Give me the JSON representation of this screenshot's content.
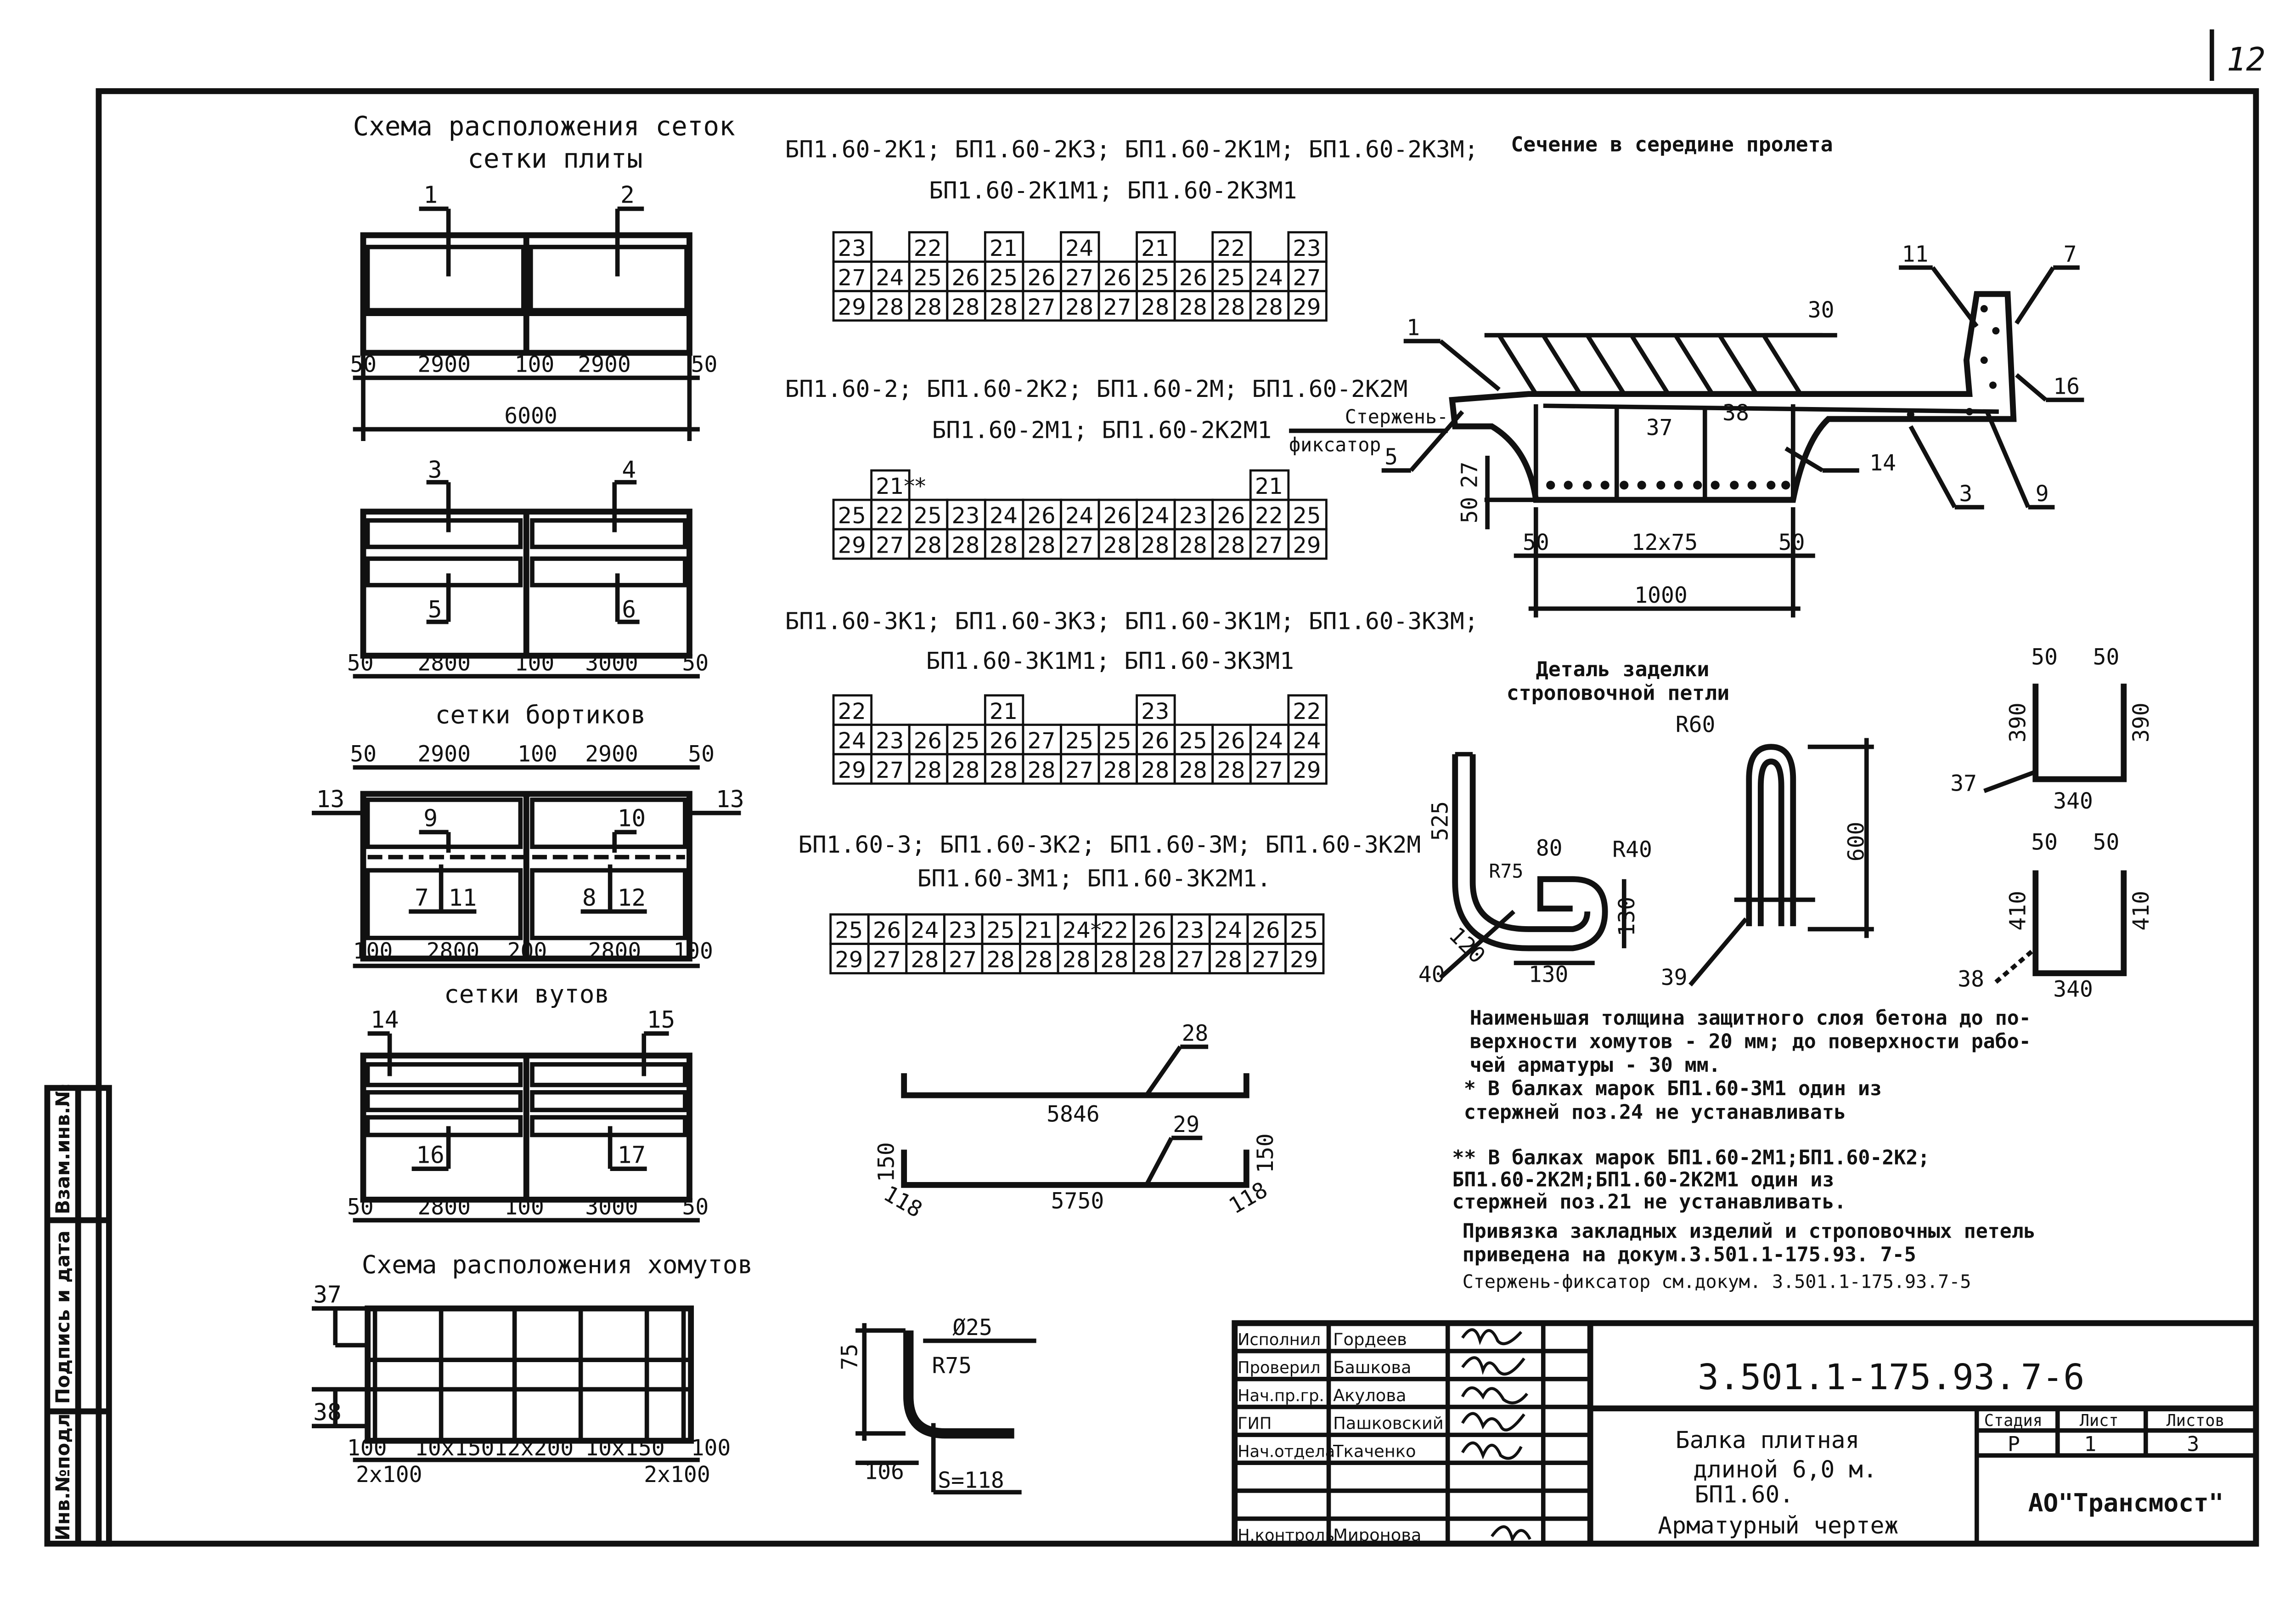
{
  "page_number": "12",
  "plate": {
    "title_l1": "Схема расположения сеток",
    "title_l2": "сетки плиты",
    "n1": "1",
    "n2": "2",
    "d1": "50",
    "d2": "2900",
    "d3": "100",
    "d4": "2900",
    "d5": "50",
    "total": "6000",
    "n3": "3",
    "n4": "4",
    "n5": "5",
    "n6": "6",
    "e1": "50",
    "e2": "2800",
    "e3": "100",
    "e4": "3000",
    "e5": "50"
  },
  "sides": {
    "title": "сетки бортиков",
    "t1": "50",
    "t2": "2900",
    "t3": "100",
    "t4": "2900",
    "t5": "50",
    "n13a": "13",
    "n13b": "13",
    "n9": "9",
    "n10": "10",
    "n7": "7",
    "n11": "11",
    "n8": "8",
    "n12": "12",
    "b1": "100",
    "b2": "2800",
    "b3": "200",
    "b4": "2800",
    "b5": "100"
  },
  "haunch": {
    "title": "сетки вутов",
    "n14": "14",
    "n15": "15",
    "n16": "16",
    "n17": "17",
    "d1": "50",
    "d2": "2800",
    "d3": "100",
    "d4": "3000",
    "d5": "50"
  },
  "stirrups": {
    "title": "Схема расположения хомутов",
    "n37": "37",
    "n38": "38",
    "d1": "100",
    "d2": "10x150",
    "d3": "12x200",
    "d4": "10x150",
    "d5": "100",
    "s1": "2x100",
    "s2": "2x100"
  },
  "groups": [
    {
      "l1": "БП1.60-2К1; БП1.60-2К3;     БП1.60-2К1М; БП1.60-2К3М;",
      "l2": "БП1.60-2К1М1; БП1.60-2К3М1",
      "top": [
        "23",
        "",
        "22",
        "",
        "21",
        "",
        "24",
        "",
        "21",
        "",
        "22",
        "",
        "23"
      ],
      "r2": [
        "27",
        "24",
        "25",
        "26",
        "25",
        "26",
        "27",
        "26",
        "25",
        "26",
        "25",
        "24",
        "27"
      ],
      "r3": [
        "29",
        "28",
        "28",
        "28",
        "28",
        "27",
        "28",
        "27",
        "28",
        "28",
        "28",
        "28",
        "29"
      ]
    },
    {
      "l1": "БП1.60-2; БП1.60-2К2;      БП1.60-2М; БП1.60-2К2М",
      "l2": "БП1.60-2М1; БП1.60-2К2М1",
      "top": [
        "",
        "21**",
        "",
        "",
        "",
        "",
        "",
        "",
        "",
        "",
        "",
        "21",
        ""
      ],
      "r2": [
        "25",
        "22",
        "25",
        "23",
        "24",
        "26",
        "24",
        "26",
        "24",
        "23",
        "26",
        "22",
        "25"
      ],
      "r3": [
        "29",
        "27",
        "28",
        "28",
        "28",
        "28",
        "27",
        "28",
        "28",
        "28",
        "28",
        "27",
        "29"
      ]
    },
    {
      "l1": "БП1.60-3К1; БП1.60-3К3;   БП1.60-3К1М; БП1.60-3К3М;",
      "l2": "БП1.60-3К1М1; БП1.60-3К3М1",
      "top": [
        "22",
        "",
        "",
        "",
        "21",
        "",
        "",
        "",
        "23",
        "",
        "",
        "",
        "22"
      ],
      "r2": [
        "24",
        "23",
        "26",
        "25",
        "26",
        "27",
        "25",
        "25",
        "26",
        "25",
        "26",
        "24",
        "24"
      ],
      "r3": [
        "29",
        "27",
        "28",
        "28",
        "28",
        "28",
        "27",
        "28",
        "28",
        "28",
        "28",
        "27",
        "29"
      ]
    },
    {
      "l1": "БП1.60-3; БП1.60-3К2;     БП1.60-3М; БП1.60-3К2М",
      "l2": "БП1.60-3М1; БП1.60-3К2М1.",
      "top": [],
      "r2": [
        "25",
        "26",
        "24",
        "23",
        "25",
        "21",
        "24*",
        "22",
        "26",
        "23",
        "24",
        "26",
        "25"
      ],
      "r3": [
        "29",
        "27",
        "28",
        "27",
        "28",
        "28",
        "28",
        "28",
        "28",
        "27",
        "28",
        "27",
        "29"
      ]
    }
  ],
  "bars": {
    "n28": "28",
    "l28": "5846",
    "n29": "29",
    "l29": "5750",
    "h1": "150",
    "h2": "150",
    "a1": "118",
    "a2": "118"
  },
  "hook": {
    "h": "75",
    "dia": "Ø25",
    "r": "R75",
    "w": "106",
    "s": "S=118"
  },
  "section": {
    "title": "Сечение в середине пролета",
    "n30": "30",
    "n1": "1",
    "n11": "11",
    "n7": "7",
    "n16": "16",
    "fix1": "Стержень-",
    "fix2": "фиксатор",
    "n5": "5",
    "n37": "37",
    "n38": "38",
    "n14": "14",
    "n3": "3",
    "n9": "9",
    "v1": "50",
    "v2": "27",
    "c1": "50",
    "c2": "12x75",
    "c3": "50",
    "w": "1000"
  },
  "detail": {
    "t1": "Деталь заделки",
    "t2": "строповочной петли",
    "r60": "R60",
    "d600": "600",
    "d525": "525",
    "d80": "80",
    "r40": "R40",
    "r75": "R75",
    "d130a": "130",
    "d120": "120",
    "d130b": "130",
    "n40": "40",
    "n39": "39"
  },
  "stir37": {
    "a": "50",
    "b": "50",
    "h1": "390",
    "h2": "390",
    "w": "340",
    "n": "37"
  },
  "stir38": {
    "a": "50",
    "b": "50",
    "h1": "410",
    "h2": "410",
    "w": "340",
    "n": "38"
  },
  "notes": {
    "p1": "Наименьшая толщина защитного слоя  бетона до по-",
    "p2": "верхности хомутов - 20 мм; до поверхности  рабо-",
    "p3": "чей арматуры - 30 мм.",
    "p4": "* В балках марок БП1.60-3М1 один из",
    "p5": "  стержней поз.24 не устанавливать",
    "p6": "** В балках марок БП1.60-2М1;БП1.60-2К2;",
    "p7": "   БП1.60-2К2М;БП1.60-2К2М1 один из",
    "p8": "   стержней поз.21 не устанавливать.",
    "p9": "Привязка закладных изделий и строповочных петель",
    "p10": "приведена на докум.3.501.1-175.93. 7-5",
    "p11": "Стержень-фиксатор см.докум. 3.501.1-175.93.7-5"
  },
  "side_stamp": {
    "c1": "Инв.№подл",
    "c2": "Подпись и дата",
    "c3": "Взам.инв.№"
  },
  "title_block": {
    "roles": [
      "Исполнил",
      "Проверил",
      "Нач.пр.гр.",
      "ГИП",
      "Нач.отдела",
      "",
      "",
      "Н.контроль"
    ],
    "names": [
      "Гордеев",
      "Башкова",
      "Акулова",
      "Пашковский",
      "Ткаченко",
      "",
      "",
      "Миронова"
    ],
    "code": "3.501.1-175.93.",
    "sheet_code": "7-6",
    "name1": "Балка плитная",
    "name2": "длиной 6,0 м.",
    "name3": "БП1.60.",
    "name4": "Арматурный чертеж",
    "stage_h": "Стадия",
    "list_h": "Лист",
    "lists_h": "Листов",
    "stage": "Р",
    "list": "1",
    "lists": "3",
    "org": "АО\"Трансмост\""
  }
}
